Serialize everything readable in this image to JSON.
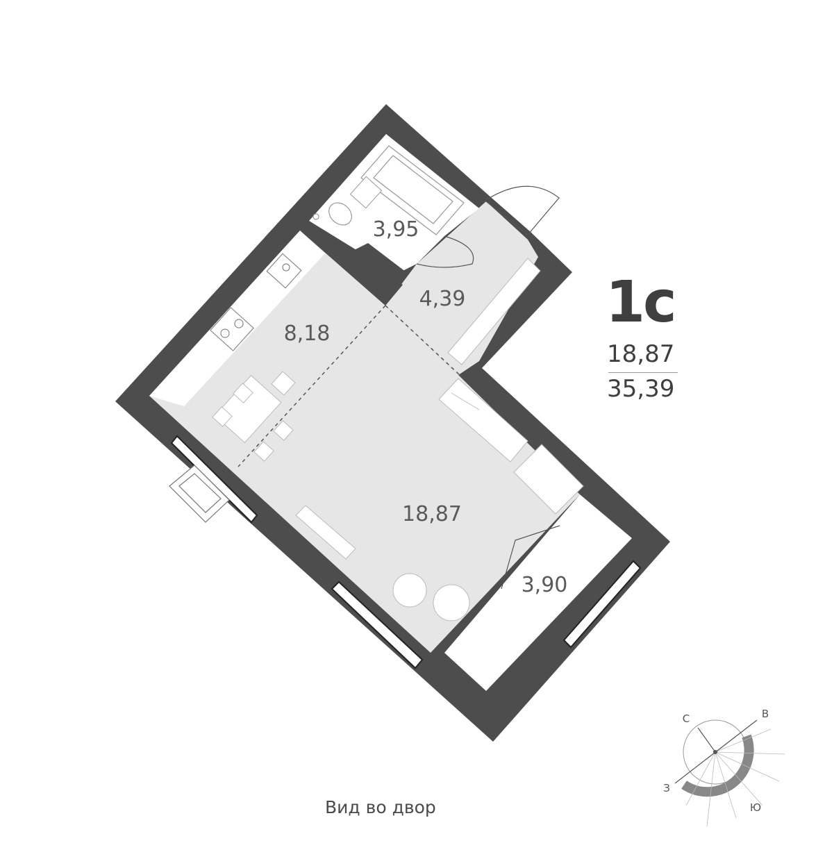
{
  "apartment": {
    "type_label": "1с",
    "living_area": "18,87",
    "total_area": "35,39"
  },
  "rooms": {
    "bathroom_area": "3,95",
    "hallway_area": "4,39",
    "kitchen_area": "8,18",
    "living_room_area": "18,87",
    "balcony_area": "3,90"
  },
  "caption": "Вид во двор",
  "compass": {
    "north": "С",
    "east": "В",
    "south": "Ю",
    "west": "З"
  },
  "colors": {
    "wall": "#4d4d4d",
    "floor": "#e6e6e6",
    "furniture": "#ffffff"
  }
}
